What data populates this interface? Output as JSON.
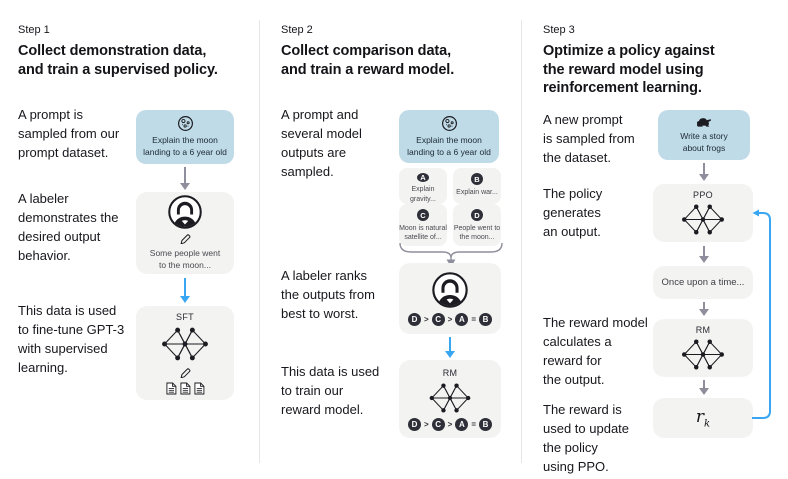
{
  "diagram": {
    "columns": [
      {
        "step_label": "Step 1",
        "heading_lines": [
          "Collect demonstration data,",
          "and train a supervised policy."
        ],
        "captions": [
          {
            "lines": [
              "A prompt is",
              "sampled from our",
              "prompt dataset."
            ]
          },
          {
            "lines": [
              "A labeler",
              "demonstrates the",
              "desired output",
              "behavior."
            ]
          },
          {
            "lines": [
              "This data is used",
              "to fine-tune GPT-3",
              "with supervised",
              "learning."
            ]
          }
        ],
        "prompt_box": {
          "icon": "moon-icon",
          "lines": [
            "Explain the moon",
            "landing to a 6 year old"
          ]
        },
        "labeler_box": {
          "icon": "labeler-avatar-icon",
          "lines": [
            "Some people went",
            "to the moon..."
          ]
        },
        "model_box": {
          "label": "SFT"
        }
      },
      {
        "step_label": "Step 2",
        "heading_lines": [
          "Collect comparison data,",
          "and train a reward model."
        ],
        "captions": [
          {
            "lines": [
              "A prompt and",
              "several model",
              "outputs are",
              "sampled."
            ]
          },
          {
            "lines": [
              "A labeler ranks",
              "the outputs from",
              "best to worst."
            ]
          },
          {
            "lines": [
              "This data is used",
              "to train our",
              "reward model."
            ]
          }
        ],
        "prompt_box": {
          "icon": "moon-icon",
          "lines": [
            "Explain the moon",
            "landing to a 6 year old"
          ]
        },
        "outputs": [
          {
            "badge": "A",
            "lines": [
              "Explain gravity..."
            ]
          },
          {
            "badge": "B",
            "lines": [
              "Explain war..."
            ]
          },
          {
            "badge": "C",
            "lines": [
              "Moon is natural",
              "satellite of..."
            ]
          },
          {
            "badge": "D",
            "lines": [
              "People went to",
              "the moon..."
            ]
          }
        ],
        "ranking_tokens": [
          "D",
          ">",
          "C",
          ">",
          "A",
          "=",
          "B"
        ],
        "model_box": {
          "label": "RM"
        }
      },
      {
        "step_label": "Step 3",
        "heading_lines": [
          "Optimize a policy against",
          "the reward model using",
          "reinforcement learning."
        ],
        "captions": [
          {
            "lines": [
              "A new prompt",
              "is sampled from",
              "the dataset."
            ]
          },
          {
            "lines": [
              "The policy",
              "generates",
              "an output."
            ]
          },
          {
            "lines": [
              "The reward model",
              "calculates a",
              "reward for",
              "the output."
            ]
          },
          {
            "lines": [
              "The reward is",
              "used to update",
              "the policy",
              "using PPO."
            ]
          }
        ],
        "prompt_box": {
          "icon": "frog-icon",
          "lines": [
            "Write a story",
            "about frogs"
          ]
        },
        "policy_box": {
          "label": "PPO"
        },
        "output_box": {
          "text": "Once upon a time..."
        },
        "reward_model_box": {
          "label": "RM"
        },
        "reward_box": {
          "symbol": "r",
          "subscript": "k"
        }
      }
    ],
    "icons": {
      "moon": "moon-icon",
      "frog": "frog-icon",
      "labeler": "labeler-avatar-icon",
      "pencil": "pencil-icon",
      "document": "document-icon",
      "neural_network": "neural-network-icon",
      "arrow_down": "arrow-down-icon",
      "brace": "brace-connector",
      "feedback_loop": "feedback-loop-arrow"
    },
    "colors": {
      "prompt_box_bg": "#c0dbe8",
      "panel_bg": "#f3f3f1",
      "badge_bg": "#2f2f3a",
      "arrow_gray": "#8e8e9c",
      "arrow_blue": "#38a6f2",
      "heading_text": "#131318",
      "body_text": "#17171d",
      "divider": "#e6e6e4",
      "icon_ink": "#1b1b21"
    }
  }
}
